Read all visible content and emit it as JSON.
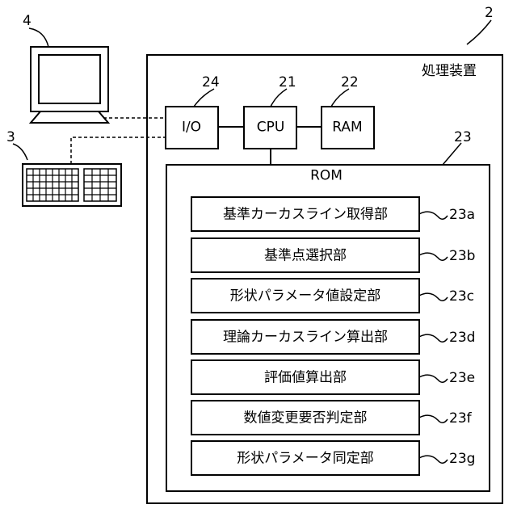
{
  "refs": {
    "computer": "4",
    "device": "2",
    "keyboard": "3",
    "io": "24",
    "cpu": "21",
    "ram": "22",
    "rom": "23"
  },
  "device": {
    "title": "処理装置"
  },
  "boxes": {
    "io": "I/O",
    "cpu": "CPU",
    "ram": "RAM",
    "rom": "ROM"
  },
  "modules": [
    {
      "label": "基準カーカスライン取得部",
      "ref": "23a"
    },
    {
      "label": "基準点選択部",
      "ref": "23b"
    },
    {
      "label": "形状パラメータ値設定部",
      "ref": "23c"
    },
    {
      "label": "理論カーカスライン算出部",
      "ref": "23d"
    },
    {
      "label": "評価値算出部",
      "ref": "23e"
    },
    {
      "label": "数値変更要否判定部",
      "ref": "23f"
    },
    {
      "label": "形状パラメータ同定部",
      "ref": "23g"
    }
  ]
}
